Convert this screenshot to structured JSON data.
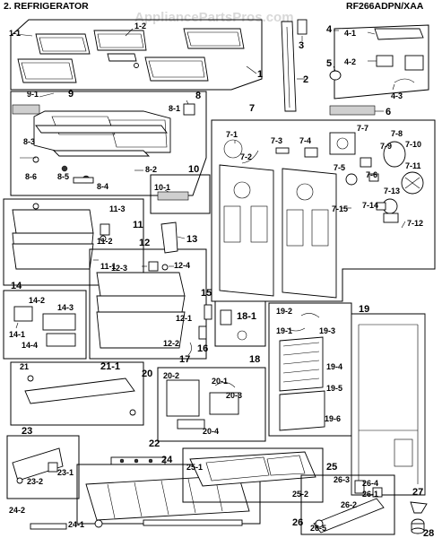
{
  "header": {
    "section_title": "2. REFRIGERATOR",
    "model_number": "RF266ADPN/XAA",
    "watermark": "AppliancePartsPros.com"
  },
  "callouts": [
    "1-1",
    "1-2",
    "1",
    "2",
    "3",
    "4",
    "4-1",
    "4-2",
    "4-3",
    "5",
    "6",
    "8",
    "8-1",
    "9",
    "9-1",
    "8-3",
    "8-2",
    "8-4",
    "8-5",
    "8-6",
    "7",
    "7-1",
    "7-2",
    "7-3",
    "7-4",
    "7-5",
    "7-6",
    "7-7",
    "7-8",
    "7-9",
    "7-10",
    "7-11",
    "7-12",
    "7-13",
    "7-14",
    "7-15",
    "10",
    "10-1",
    "11",
    "11-1",
    "11-2",
    "11-3",
    "12",
    "12-1",
    "12-2",
    "12-3",
    "12-4",
    "13",
    "14",
    "14-1",
    "14-2",
    "14-3",
    "14-4",
    "15",
    "16",
    "17",
    "18",
    "18-1",
    "19",
    "19-1",
    "19-2",
    "19-3",
    "19-4",
    "19-5",
    "19-6",
    "20",
    "20-1",
    "20-2",
    "20-3",
    "20-4",
    "21",
    "21-1",
    "22",
    "23",
    "23-1",
    "23-2",
    "24",
    "24-1",
    "24-2",
    "25",
    "25-1",
    "25-2",
    "26",
    "26-1",
    "26-2",
    "26-3",
    "26-4",
    "26-5",
    "27",
    "28"
  ]
}
